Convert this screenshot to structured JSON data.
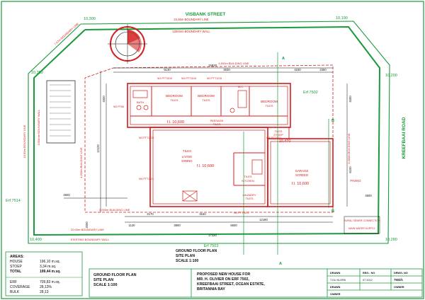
{
  "colors": {
    "green": "#1a9a3a",
    "red": "#d41c1c",
    "black": "#111111",
    "paper": "#ffffff"
  },
  "street": "VISBANK STREET",
  "road": "KREEFBAAI ROAD",
  "corners": {
    "top_left": "10,300",
    "top_right": "10,190",
    "mid_left": "10,350",
    "mid_right": "10,200",
    "bottom_left": "10,400",
    "bottom_right": "10,280"
  },
  "boundaries": {
    "top_boundary": "24,45m BOUNDARY LINE",
    "top_wall": "1200mm BOUNDARY WALL",
    "left_boundary": "15,60m BOUNDARY LINE",
    "left_wall": "1200mm BOUNDARY WALL",
    "left_building": "4,500m BUILDING LINE",
    "bottom_boundary": "20,00m BOUNDARY LINE",
    "bottom_wall": "EXISTING BOUNDARY WALL",
    "bottom_building": "2,000m BUILDING LINE",
    "top_building": "4,500m BUILDING LINE",
    "right_building": "3,000m BUILDING LINE",
    "angled_boundary": "7,07m BOUNDARY LINE"
  },
  "erfs": {
    "left": "Erf 7514",
    "right": "Erf 7502",
    "bottom": "Erf 7503"
  },
  "rooms": {
    "bedroom1": "BEDROOM",
    "bedroom1_finish": "TILES",
    "bedroom2": "BEDROOM",
    "bedroom2_finish": "TILES",
    "bedroom3": "BEDROOM",
    "bedroom3_finish": "TILES",
    "bath": "BATH",
    "wc": "W.C.",
    "passage": "PASSAGE",
    "passage_finish": "TILES",
    "living": "LIVING",
    "living_finish": "DINING",
    "tiles": "TILES",
    "kitchen": "TILES",
    "kitchen_name": "KITCHEN",
    "laundry": "LAUNDRY",
    "laundry_finish": "TILES",
    "garage": "GARAGE",
    "garage_finish": "SCREED",
    "stoep": "TILES",
    "stoep_name": "STOEP",
    "paving": "PAVING"
  },
  "levels": {
    "bedrooms": "f.l. 10,600",
    "living": "f.l. 10,600",
    "stoep": "10,470",
    "garage": "f.l. 10,600"
  },
  "windows": [
    "W1 PTT1515",
    "W1 PTT1515",
    "W1 PTT1215",
    "W2 PT66",
    "W3 PTT1215",
    "W4 PTT1521",
    "W4 PTT1521",
    "W5 PTT1021"
  ],
  "dims": {
    "top_total": "15820",
    "top_a": "5130",
    "top_b": "3030",
    "top_c": "4230",
    "top_d": "2350",
    "left_a": "4500",
    "left_b": "12120",
    "left_c": "4500",
    "left_d": "2000",
    "bottom_a": "3900",
    "bottom_b": "2170",
    "bottom_c": "3150",
    "bottom_d": "12180",
    "bottom_e": "6500",
    "bottom_f": "17330",
    "bottom_g": "1120",
    "right_a": "3400",
    "right_b": "6100",
    "right_c": "4500"
  },
  "notes": {
    "rural": "RURAL SEWER CONNECTION",
    "main_water": "MAIN WATER SUPPLY",
    "section_a": "A",
    "section_b": "B"
  },
  "plan_title": {
    "line1": "GROUND FLOOR PLAN",
    "line2": "SITE PLAN",
    "line3": "SCALE 1:100"
  },
  "areas": {
    "heading": "AREAS:",
    "rows": [
      {
        "label": "HOUSE",
        "value": "196,10 m.sq."
      },
      {
        "label": "STOEP",
        "value": "3,34 m.sq."
      },
      {
        "label": "TOTAL",
        "value": "199,44 m.sq."
      }
    ],
    "stats": [
      {
        "label": "ERF",
        "value": "709,83 m.sq."
      },
      {
        "label": "COVERAGE",
        "value": "28,13%"
      },
      {
        "label": "BULK",
        "value": "28,13"
      }
    ]
  },
  "title_block": {
    "drawing": {
      "line1": "GROUND FLOOR PLAN",
      "line2": "SITE PLAN",
      "line3": "SCALE 1:100"
    },
    "project": {
      "line1": "PROPOSED NEW HOUSE FOR",
      "line2": "MR. H. OLIVIER ON ERF 7502,",
      "line3": "KREEFBAAI STREET, OCEAN ESTATE,",
      "line4": "BRITANNIA BAY"
    },
    "drawn_label": "DRAWN",
    "drawn_value": "T DU KLERK",
    "checked_label": "DRAWN",
    "owner_label": "OWNER",
    "reg_label": "REG.: NO",
    "reg_value": "07 2012",
    "dwg_label": "DRWG. NO",
    "dwg_value": "7502/1",
    "owner_value": "OWNER"
  }
}
